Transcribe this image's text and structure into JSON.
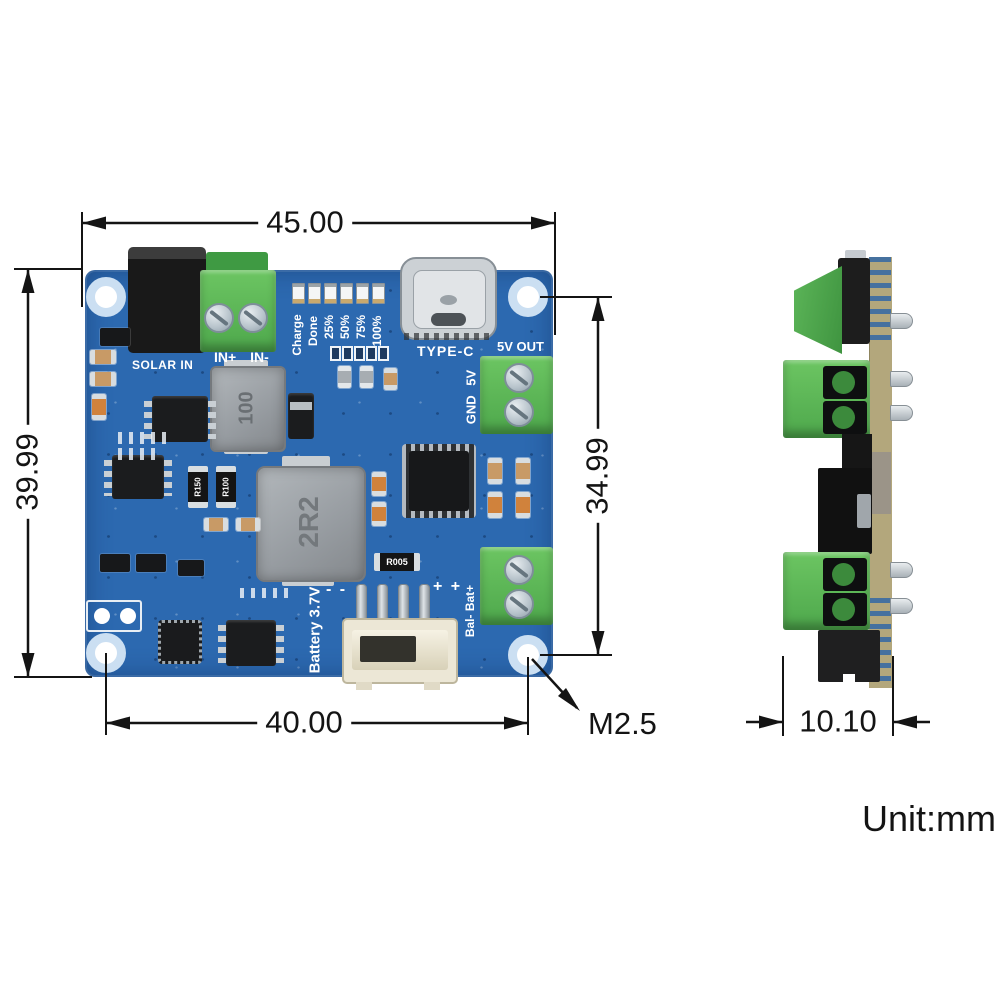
{
  "annotations": {
    "board_width": "45.00",
    "board_height": "39.99",
    "hole_spacing_right": "34.99",
    "hole_spacing_bottom": "40.00",
    "side_width": "10.10",
    "mounting_hole_callout": "M2.5",
    "unit_note": "Unit:mm"
  },
  "silkscreen": {
    "solar_in": "SOLAR IN",
    "dc_in_pins": "IN+ IN-",
    "type_c": "TYPE-C",
    "v5_out": "5V OUT",
    "out_pins": "GND 5V",
    "battery": "Battery 3.7V",
    "bat_pins": "Bal- Bat+",
    "jst_minus": "- -",
    "jst_plus": "+ +",
    "led_labels": [
      "Charge",
      "Done",
      "25%",
      "50%",
      "75%",
      "100%"
    ]
  },
  "markings": {
    "inductor_in": "100",
    "inductor_main": "2R2",
    "res_a": "R150",
    "res_b": "R100",
    "shunt": "R005"
  },
  "colors": {
    "pcb_blue": "#2c69b0",
    "terminal_green": "#56b151",
    "dimension_line": "#141414",
    "background": "#ffffff"
  }
}
